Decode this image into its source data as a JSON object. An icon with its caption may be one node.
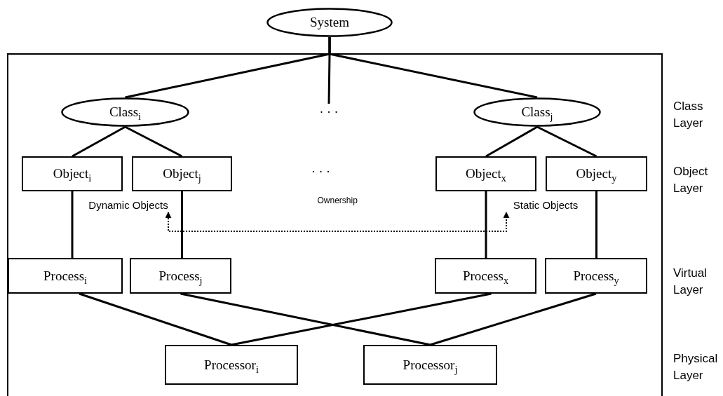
{
  "diagram": {
    "nodes": [
      {
        "text": [
          "System"
        ]
      },
      {
        "text": [
          "Class$_{i}$"
        ]
      },
      {
        "text": [
          "· · ·"
        ]
      },
      {
        "text": [
          "Class$_{j}$"
        ]
      },
      {
        "text": [
          "Object$_{i}$"
        ]
      },
      {
        "text": [
          "Object$_{j}$"
        ]
      },
      {
        "text": [
          "Object$_{x}$"
        ]
      },
      {
        "text": [
          "Object$_{y}$"
        ]
      },
      {
        "text": [
          "Dynamic Objects"
        ]
      },
      {
        "text": [
          "Static Objects"
        ]
      },
      {
        "text": [
          "Process$_{i}$"
        ]
      },
      {
        "text": [
          "Process$_{j}$"
        ]
      },
      {
        "text": [
          "Process$_{x}$"
        ]
      },
      {
        "text": [
          "Process$_{y}$"
        ]
      },
      {
        "text": [
          "Processor$_{i}$"
        ]
      },
      {
        "text": [
          "Processor$_{j}$"
        ]
      }
    ],
    "edges": [
      {
        "from": 0,
        "to": 1,
        "arrow": "none"
      },
      {
        "from": 0,
        "to": 2,
        "arrow": "none"
      },
      {
        "from": 0,
        "to": 3,
        "arrow": "none"
      },
      {
        "from": 1,
        "to": 4,
        "arrow": "none"
      },
      {
        "from": 1,
        "to": 5,
        "arrow": "none"
      },
      {
        "from": 3,
        "to": 6,
        "arrow": "none"
      },
      {
        "from": 3,
        "to": 7,
        "arrow": "none"
      },
      {
        "from": 8,
        "to": 9,
        "arrow": "both",
        "style": "dashed",
        "label": "Ownership"
      },
      {
        "from": 4,
        "to": 10,
        "arrow": "none"
      },
      {
        "from": 5,
        "to": 11,
        "arrow": "none"
      },
      {
        "from": 6,
        "to": 12,
        "arrow": "none"
      },
      {
        "from": 7,
        "to": 13,
        "arrow": "none"
      },
      {
        "from": 10,
        "to": 14,
        "arrow": "none"
      },
      {
        "from": 11,
        "to": 15,
        "arrow": "none"
      },
      {
        "from": 12,
        "to": 14,
        "arrow": "none"
      },
      {
        "from": 13,
        "to": 15,
        "arrow": "none"
      }
    ],
    "labels": [
      "Class Layer",
      "· · ·",
      "Object Layer",
      "Virtual Layer",
      "Physical Layer"
    ]
  }
}
